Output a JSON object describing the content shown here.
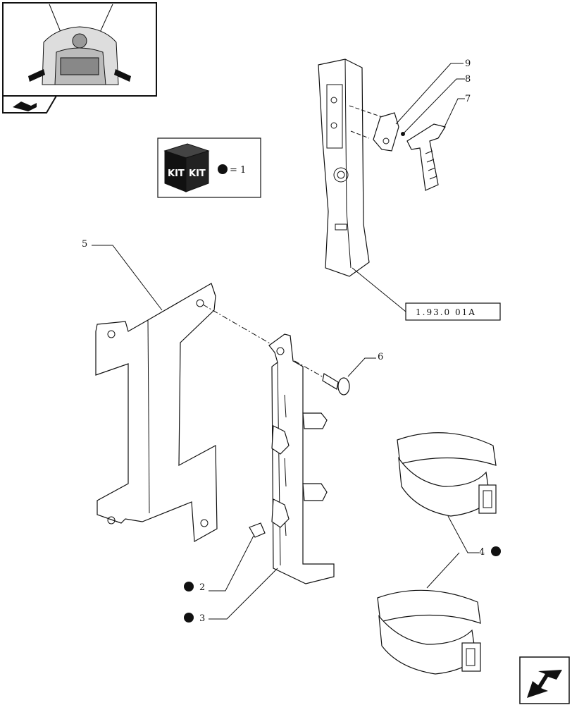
{
  "kit_box": {
    "kit_label_left": "KIT",
    "kit_label_right": "KIT",
    "equals_text": "= 1"
  },
  "reference": {
    "text": "1.93.0 01A"
  },
  "callouts": [
    {
      "id": "c9",
      "text": "9"
    },
    {
      "id": "c8",
      "text": "8"
    },
    {
      "id": "c7",
      "text": "7"
    },
    {
      "id": "c5",
      "text": "5"
    },
    {
      "id": "c6",
      "text": "6"
    },
    {
      "id": "c4",
      "text": "4"
    },
    {
      "id": "c2",
      "text": "2"
    },
    {
      "id": "c3",
      "text": "3"
    }
  ],
  "icons": {
    "thumbnail": "tractor-cab-thumbnail-icon",
    "nav_back": "previous-page-icon",
    "nav_next": "next-page-arrow-icon",
    "kit_dot": "kit-bullet-icon"
  },
  "colors": {
    "line": "#111111",
    "background": "#ffffff"
  }
}
